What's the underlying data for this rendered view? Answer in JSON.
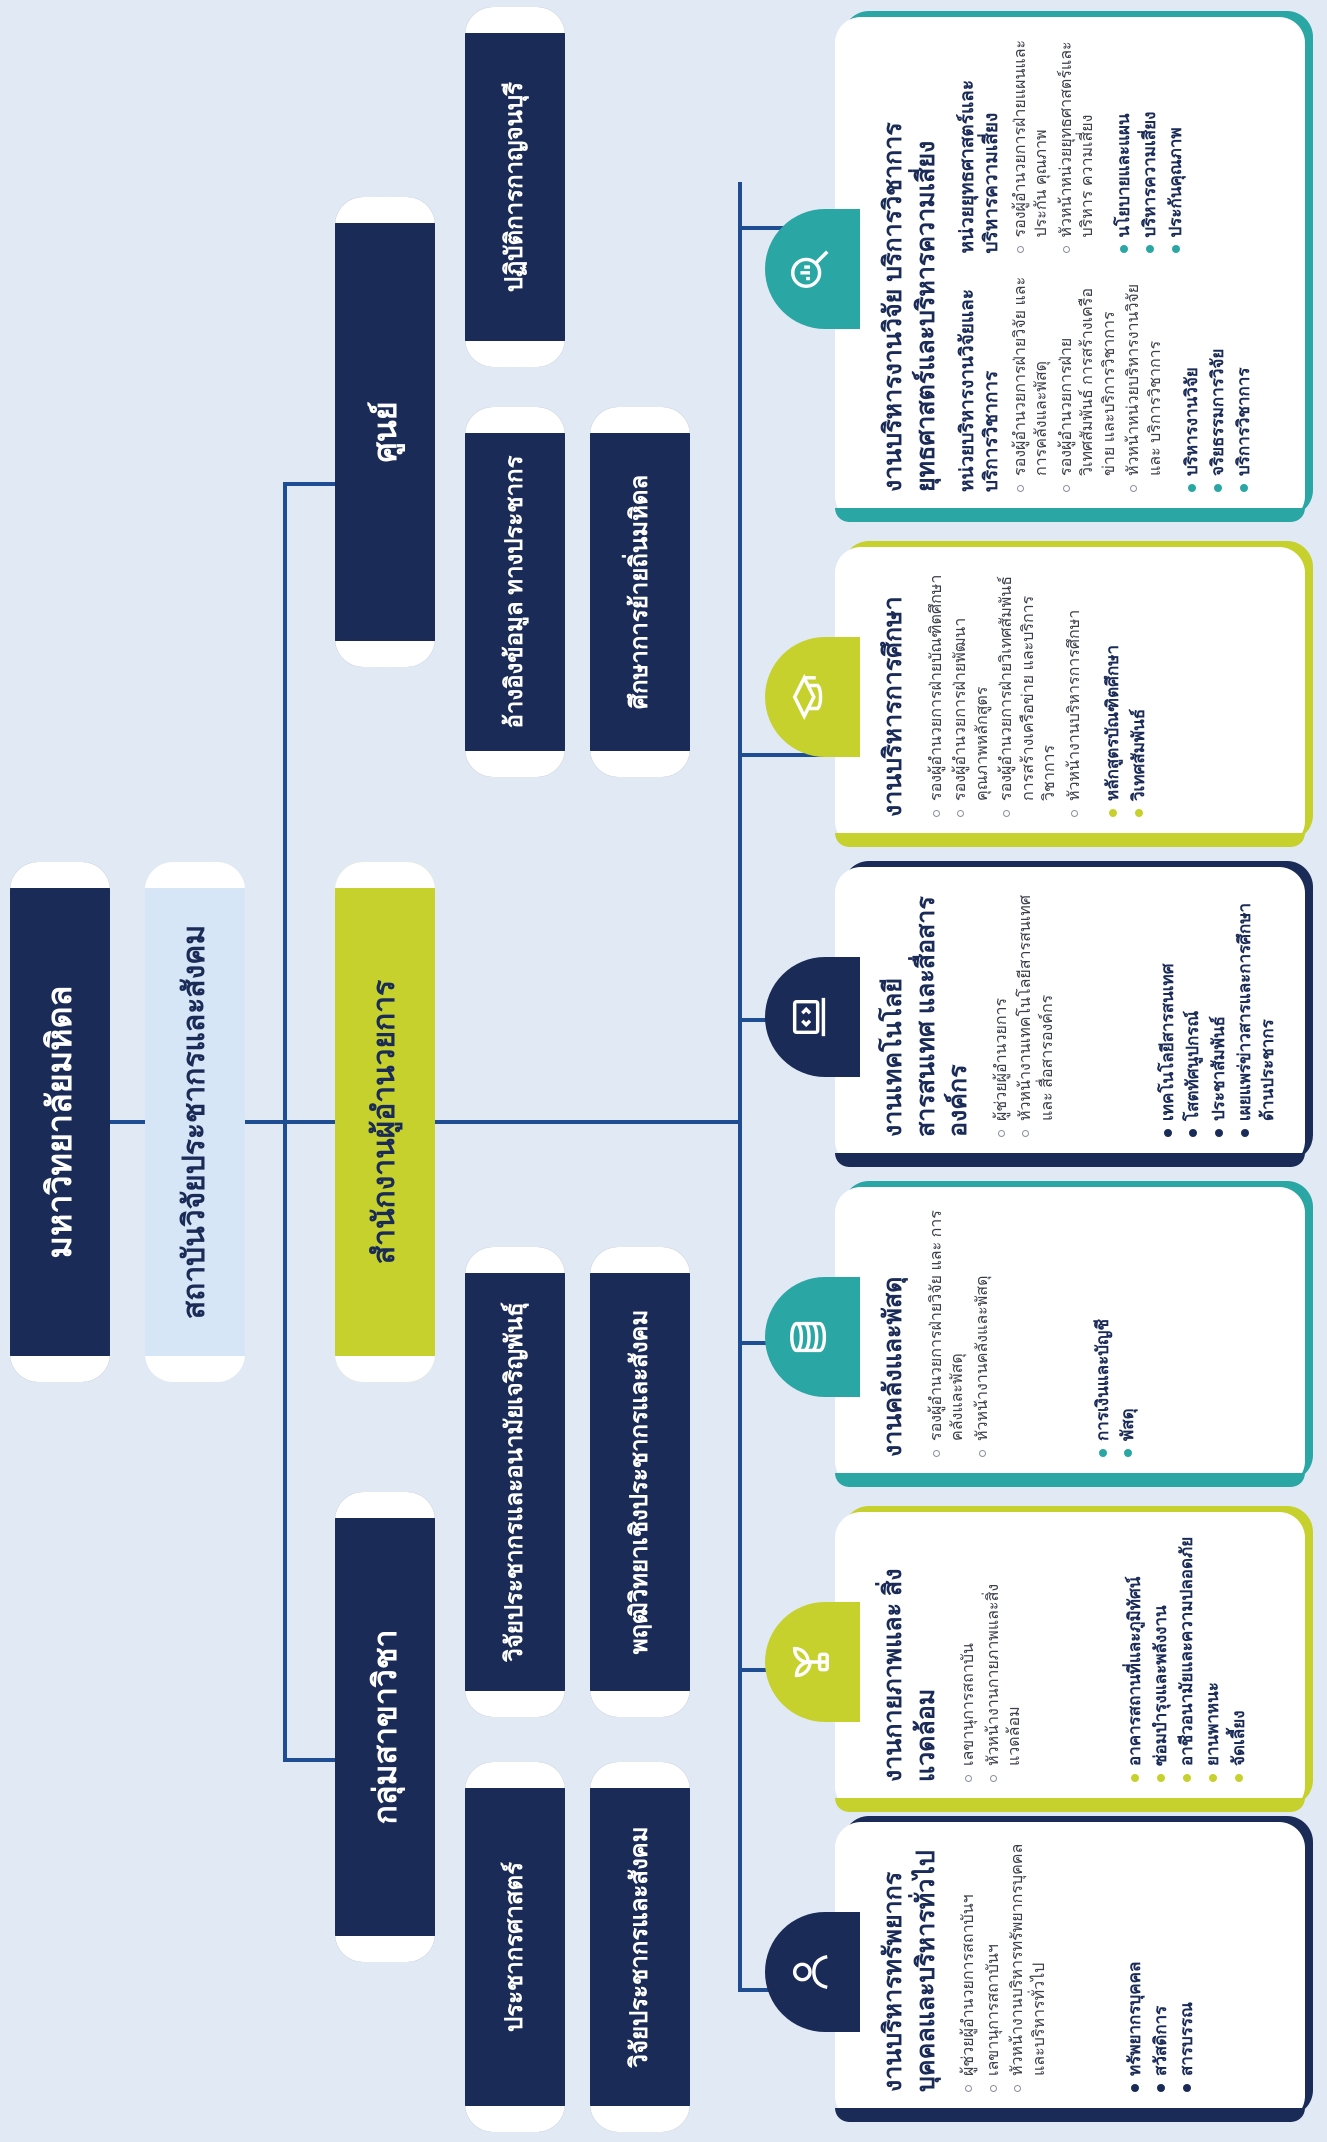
{
  "colors": {
    "navy": "#1a2b57",
    "lime": "#c6d12d",
    "teal": "#2aa6a4",
    "line": "#1f4d93",
    "background": "#e1eaf4"
  },
  "university": "มหาวิทยาลัยมหิดล",
  "institute": "สถาบันวิจัยประชากรและสังคม",
  "director_office": "สำนักงานผู้อำนวยการ",
  "groups": {
    "academic": {
      "title": "กลุ่มสาขาวิชา",
      "items": [
        "ประชากรศาสตร์",
        "วิจัยประชากรและอนามัยเจริญพันธุ์",
        "วิจัยประชากรและสังคม",
        "พฤฒิวิทยาเชิงประชากรและสังคม"
      ]
    },
    "center": {
      "title": "ศูนย์",
      "items": [
        "อ้างอิงข้อมูล ทางประชากร",
        "ปฏิบัติการกาญจนบุรี",
        "ศึกษาการย้ายถิ่นมหิดล"
      ]
    }
  },
  "departments": [
    {
      "title": "งานบริหารทรัพยากร บุคคลและบริหารทั่วไป",
      "icon": "person-icon",
      "accent": "navy",
      "roles": [
        "ผู้ช่วยผู้อำนวยการสถาบันฯ",
        "เลขานุการสถาบันฯ",
        "หัวหน้างานบริหารทรัพยากรบุคคล และบริหารทั่วไป"
      ],
      "units": [
        "ทรัพยากรบุคคล",
        "สวัสดิการ",
        "สารบรรณ"
      ]
    },
    {
      "title": "งานกายภาพและ สิ่งแวดล้อม",
      "icon": "plant-icon",
      "accent": "lime",
      "roles": [
        "เลขานุการสถาบัน",
        "หัวหน้างานกายภาพและสิ่งแวดล้อม"
      ],
      "units": [
        "อาคารสถานที่และภูมิทัศน์",
        "ซ่อมบำรุงและพลังงาน",
        "อาชีวอนามัยและความปลอดภัย",
        "ยานพาหนะ",
        "จัดเลี้ยง"
      ]
    },
    {
      "title": "งานคลังและพัสดุ",
      "icon": "coins-icon",
      "accent": "teal",
      "roles": [
        "รองผู้อำนวยการฝ่ายวิจัย และ การคลังและพัสดุ",
        "หัวหน้างานคลังและพัสดุ"
      ],
      "units": [
        "การเงินและบัญชี",
        "พัสดุ"
      ]
    },
    {
      "title": "งานเทคโนโลยีสารสนเทศ และสื่อสารองค์กร",
      "icon": "laptop-code-icon",
      "accent": "navy",
      "roles": [
        "ผู้ช่วยผู้อำนวยการ",
        "หัวหน้างานเทคโนโลยีสารสนเทศและ สื่อสารองค์กร"
      ],
      "units": [
        "เทคโนโลยีสารสนเทศ",
        "โสตทัศนูปกรณ์",
        "ประชาสัมพันธ์",
        "เผยแพร่ข่าวสารและการศึกษา ด้านประชากร"
      ]
    },
    {
      "title": "งานบริหารการศึกษา",
      "icon": "graduation-cap-icon",
      "accent": "lime",
      "roles": [
        "รองผู้อำนวยการฝ่ายบัณฑิตศึกษา",
        "รองผู้อำนวยการฝ่ายพัฒนา คุณภาพหลักสูตร",
        "รองผู้อำนวยการฝ่ายวิเทศสัมพันธ์ การสร้างเครือข่าย และบริการวิชาการ",
        "หัวหน้างานบริหารการศึกษา"
      ],
      "units": [
        "หลักสูตรบัณฑิตศึกษา",
        "วิเทศสัมพันธ์"
      ]
    },
    {
      "title": "งานบริหารงานวิจัย บริการวิชาการ ยุทธศาสตร์และบริหารความเสี่ยง",
      "icon": "research-chart-icon",
      "accent": "teal",
      "subs": [
        {
          "title": "หน่วยบริหารงานวิจัยและ บริการวิชาการ",
          "roles": [
            "รองผู้อำนวยการฝ่ายวิจัย และ การคลังและพัสดุ",
            "รองผู้อำนวยการฝ่ายวิเทศสัมพันธ์ การสร้างเครือข่าย และบริการวิชาการ",
            "หัวหน้าหน่วยบริหารงานวิจัยและ บริการวิชาการ"
          ],
          "units": [
            "บริหารงานวิจัย",
            "จริยธรรมการวิจัย",
            "บริการวิชาการ"
          ]
        },
        {
          "title": "หน่วยยุทธศาสตร์และ บริหารความเสี่ยง",
          "roles": [
            "รองผู้อำนวยการฝ่ายแผนและประกัน คุณภาพ",
            "หัวหน้าหน่วยยุทธศาสตร์และบริหาร ความเสี่ยง"
          ],
          "units": [
            "นโยบายและแผน",
            "บริหารความเสี่ยง",
            "ประกันคุณภาพ"
          ]
        }
      ]
    }
  ]
}
